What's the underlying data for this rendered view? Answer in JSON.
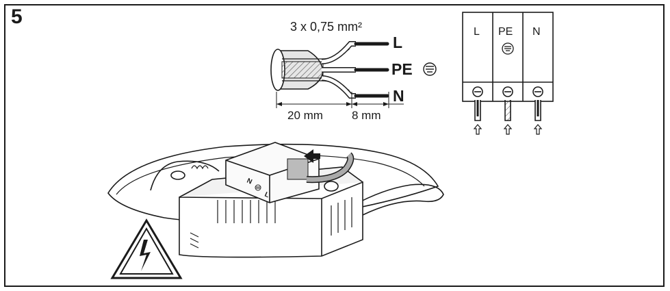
{
  "figure": {
    "step_number": "5",
    "cable": {
      "spec": "3 x 0,75 mm²",
      "wires": [
        {
          "label": "L"
        },
        {
          "label": "PE",
          "symbol": "ground-icon"
        },
        {
          "label": "N"
        }
      ],
      "dimensions": [
        "20 mm",
        "8 mm"
      ]
    },
    "terminal_block": {
      "columns": [
        {
          "label": "L"
        },
        {
          "label": "PE",
          "symbol": "ground-icon"
        },
        {
          "label": "N"
        }
      ]
    },
    "connector_labels": {
      "n": "N",
      "l": "L"
    },
    "warning": "electric-shock-warning-icon",
    "colors": {
      "ink": "#1a1a1a",
      "paper": "#ffffff",
      "cable_fill": "#d8d8d8",
      "dark_fill": "#333333"
    }
  }
}
